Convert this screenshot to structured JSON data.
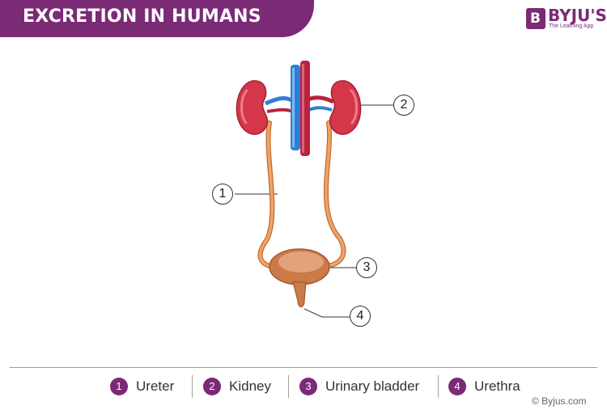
{
  "header": {
    "title": "EXCRETION IN HUMANS",
    "brand_name": "BYJU'S",
    "brand_tagline": "The Learning App",
    "brand_logo_letter": "B"
  },
  "diagram": {
    "callouts": [
      "1",
      "2",
      "3",
      "4"
    ]
  },
  "legend": {
    "items": [
      {
        "number": "1",
        "label": "Ureter"
      },
      {
        "number": "2",
        "label": "Kidney"
      },
      {
        "number": "3",
        "label": "Urinary bladder"
      },
      {
        "number": "4",
        "label": "Urethra"
      }
    ]
  },
  "footer": {
    "copyright": "© Byjus.com"
  },
  "colors": {
    "brand_purple": "#7b2a75",
    "kidney": "#d4374a",
    "vein": "#2f7fd8",
    "artery": "#b8243d",
    "ureter": "#e58d4a",
    "bladder": "#cc7a48"
  }
}
